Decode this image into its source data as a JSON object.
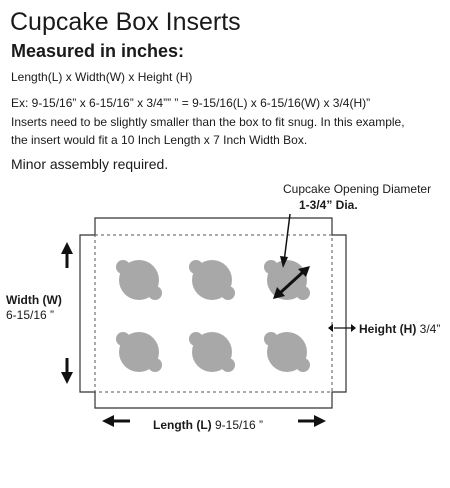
{
  "header": {
    "title": "Cupcake Box Inserts",
    "subtitle": "Measured in inches:",
    "formula": "Length(L) x Width(W) x Height (H)",
    "example": "Ex:  9-15/16” x 6-15/16” x 3/4”” ”  =  9-15/16(L) x 6-15/16(W) x 3/4(H)”",
    "note_line1": "Inserts need to be slightly smaller than the box to fit snug.  In this example,",
    "note_line2": "the insert would fit a 10 Inch Length x 7 Inch Width Box.",
    "assembly": "Minor assembly required."
  },
  "diagram": {
    "opening_label": "Cupcake Opening Diameter",
    "opening_value": "1-3/4” Dia.",
    "width_label": "Width (W)",
    "width_value": "6-15/16 ”",
    "height_label": "Height (H)",
    "height_value": " 3/4”",
    "length_label": "Length (L)",
    "length_value": " 9-15/16 ”",
    "colors": {
      "opening_fill": "#a8a8a8",
      "outline": "#333333",
      "arrow": "#111111"
    }
  }
}
